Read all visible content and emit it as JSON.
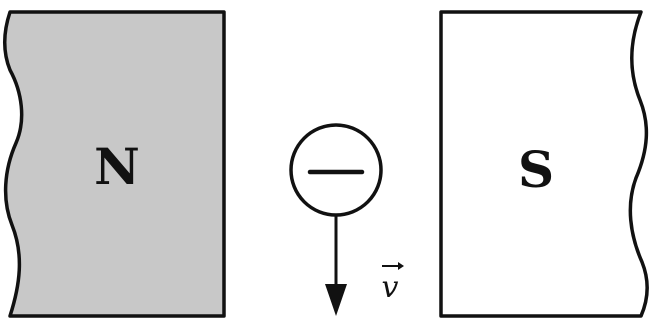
{
  "diagram": {
    "left_magnet": {
      "label": "N",
      "fill": "#c8c8c8"
    },
    "right_magnet": {
      "label": "S",
      "fill": "#ffffff"
    },
    "particle": {
      "sign": "negative",
      "icon": "minus-in-circle"
    },
    "velocity": {
      "label": "v",
      "direction": "down"
    },
    "stroke_color": "#111111"
  }
}
